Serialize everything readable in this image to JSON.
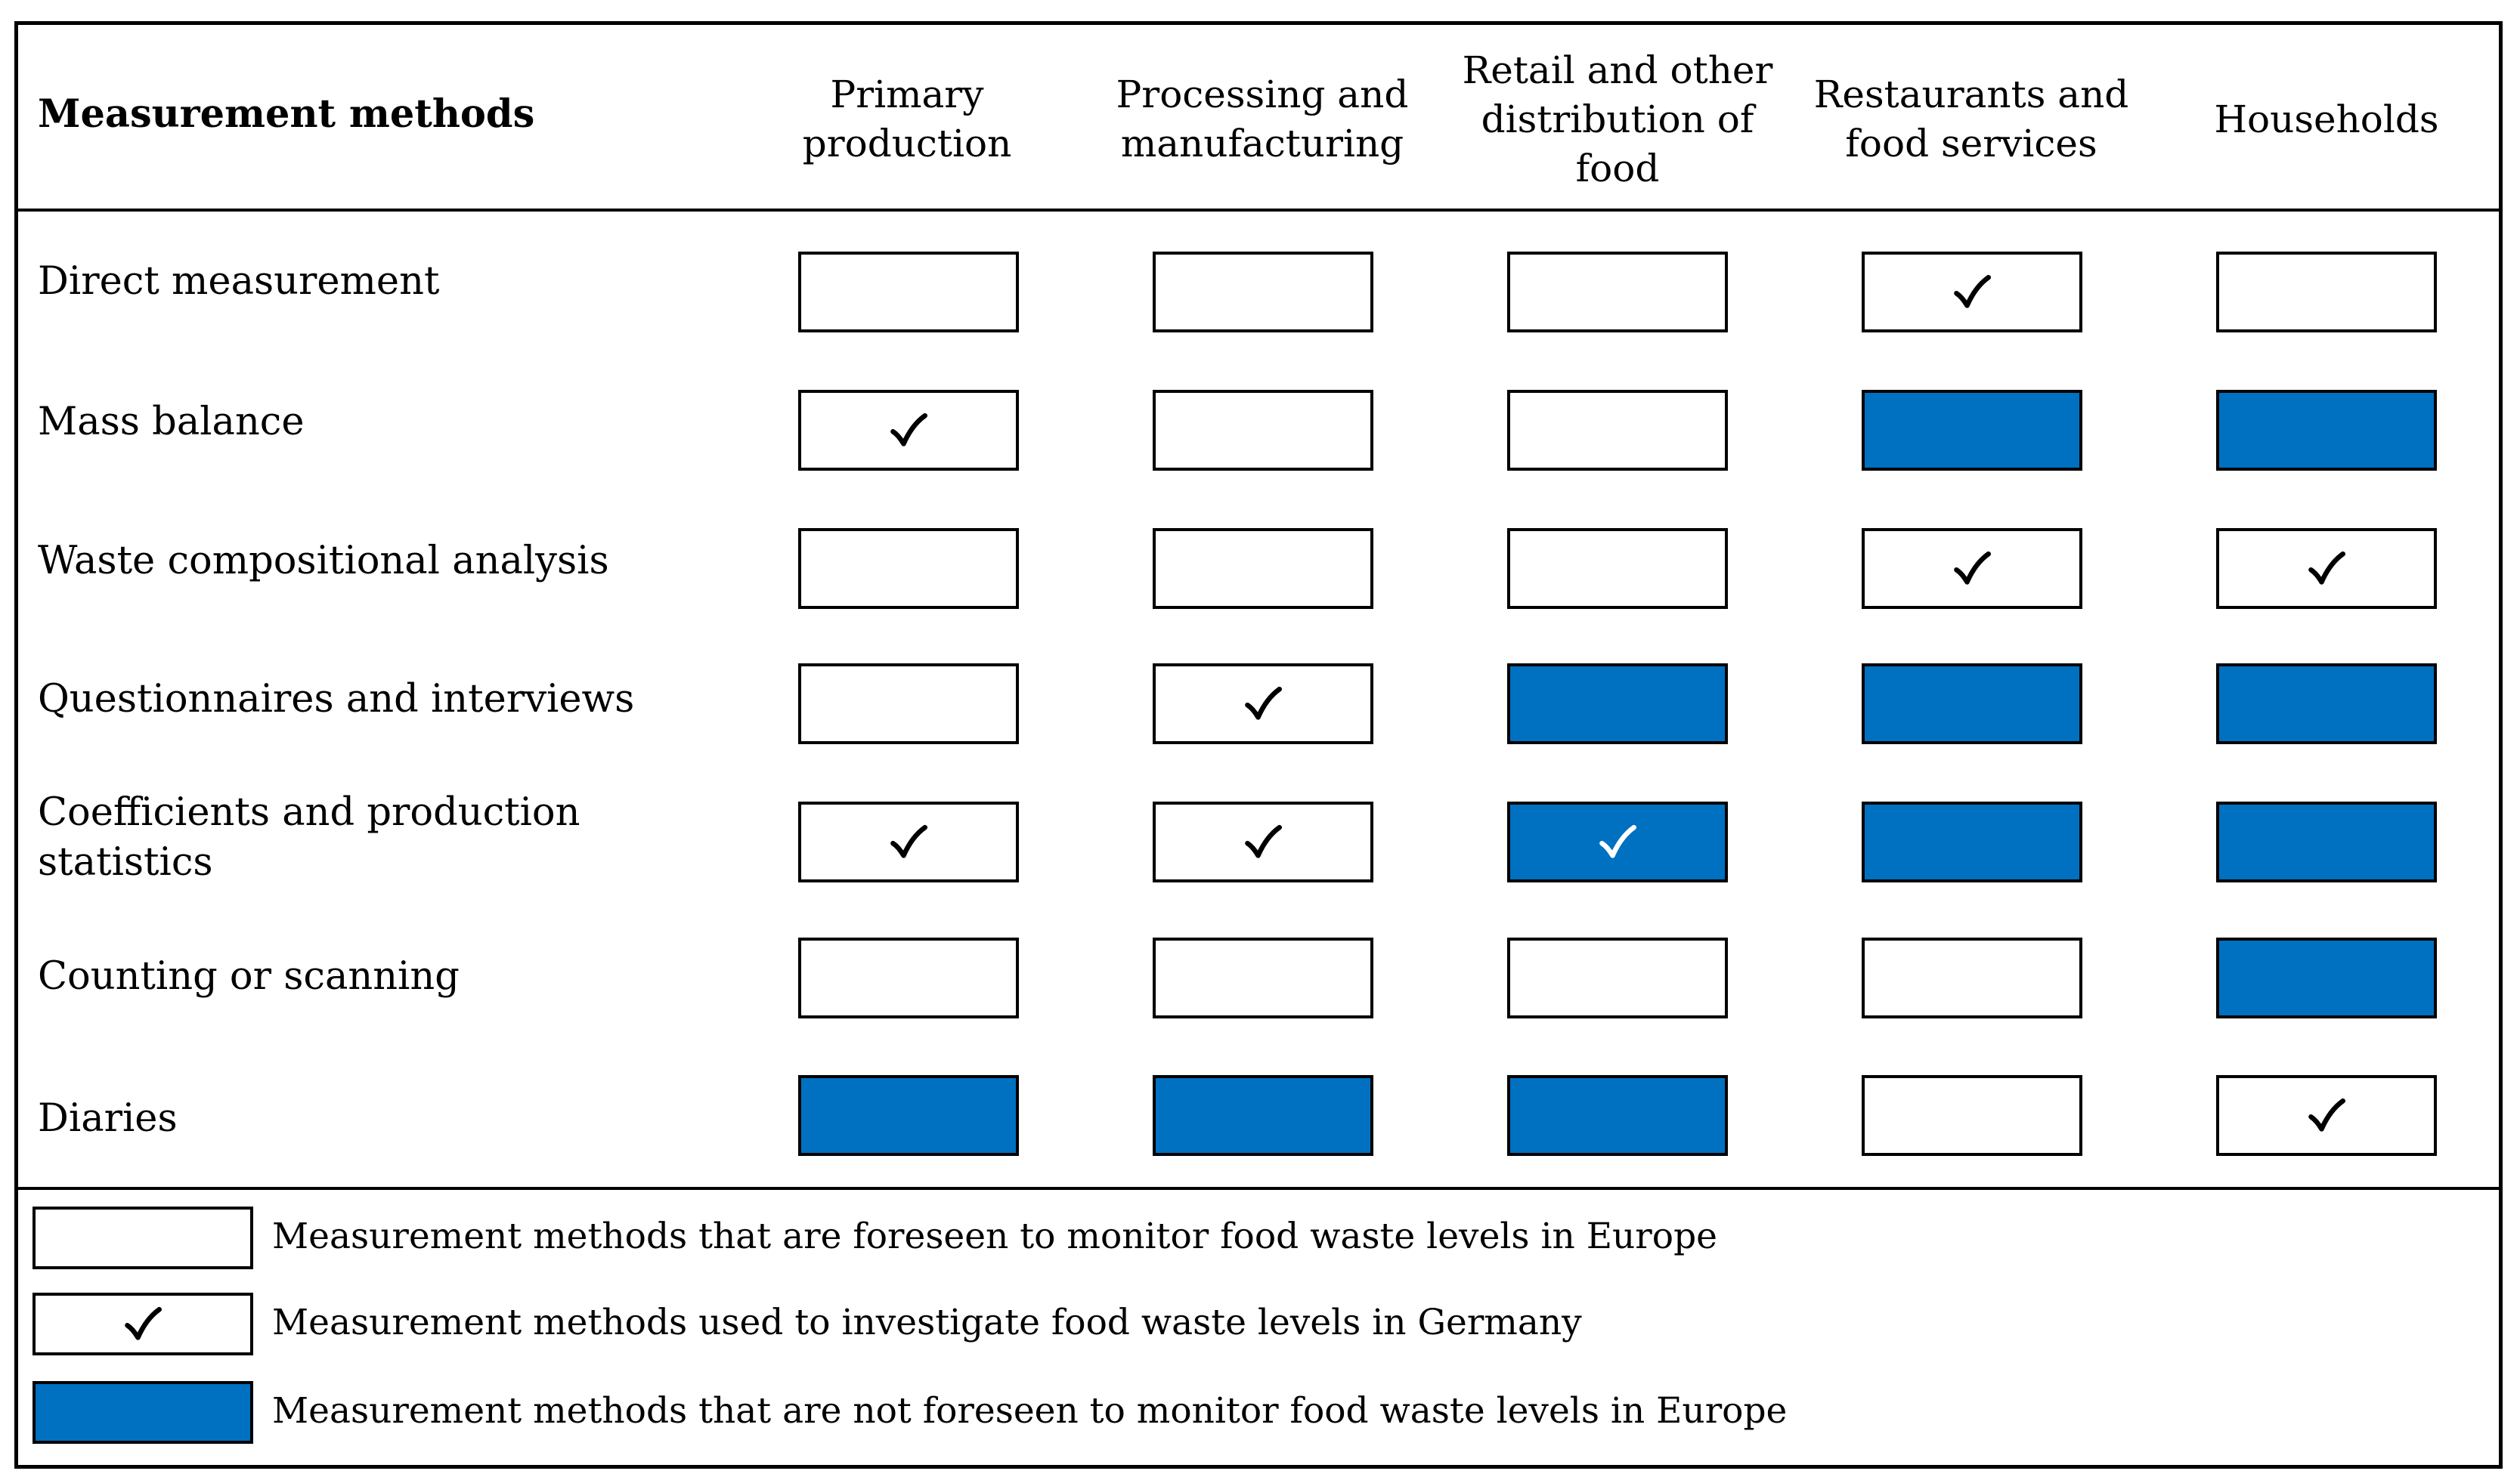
{
  "header": {
    "method_col": "Measurement methods",
    "stages": [
      "Primary production",
      "Processing and manufacturing",
      "Retail and other distribution of food",
      "Restaurants and food services",
      "Households"
    ]
  },
  "rows": [
    {
      "method": "Direct measurement",
      "cells": [
        "empty",
        "empty",
        "empty",
        "check",
        "empty"
      ]
    },
    {
      "method": "Mass balance",
      "cells": [
        "check",
        "empty",
        "empty",
        "blue",
        "blue"
      ]
    },
    {
      "method": "Waste compositional analysis",
      "cells": [
        "empty",
        "empty",
        "empty",
        "check",
        "check"
      ]
    },
    {
      "method": "Questionnaires and interviews",
      "cells": [
        "empty",
        "check",
        "blue",
        "blue",
        "blue"
      ]
    },
    {
      "method": "Coefficients and production statistics",
      "cells": [
        "check",
        "check",
        "blue-check",
        "blue",
        "blue"
      ]
    },
    {
      "method": "Counting or scanning",
      "cells": [
        "empty",
        "empty",
        "empty",
        "empty",
        "blue"
      ]
    },
    {
      "method": "Diaries",
      "cells": [
        "blue",
        "blue",
        "blue",
        "empty",
        "check"
      ]
    }
  ],
  "legend": [
    {
      "style": "empty",
      "text": "Measurement methods that are foreseen to monitor food waste levels in Europe"
    },
    {
      "style": "check",
      "text": "Measurement methods used to investigate food waste levels in Germany"
    },
    {
      "style": "blue",
      "text": "Measurement methods that are not foreseen to monitor food waste levels in Europe"
    }
  ],
  "colors": {
    "not_foreseen_fill": "#0070c0",
    "check_on_white": "#000000",
    "check_on_blue": "#ffffff"
  },
  "icons": {
    "check": "check-icon"
  }
}
